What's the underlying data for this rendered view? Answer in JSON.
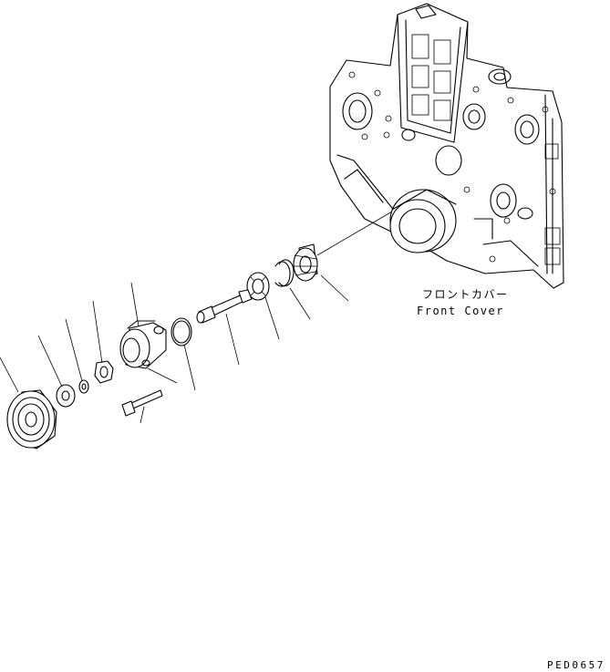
{
  "labels": {
    "front_cover_jp": "フロントカバー",
    "front_cover_en": "Front Cover",
    "drawing_code": "PED0657"
  }
}
